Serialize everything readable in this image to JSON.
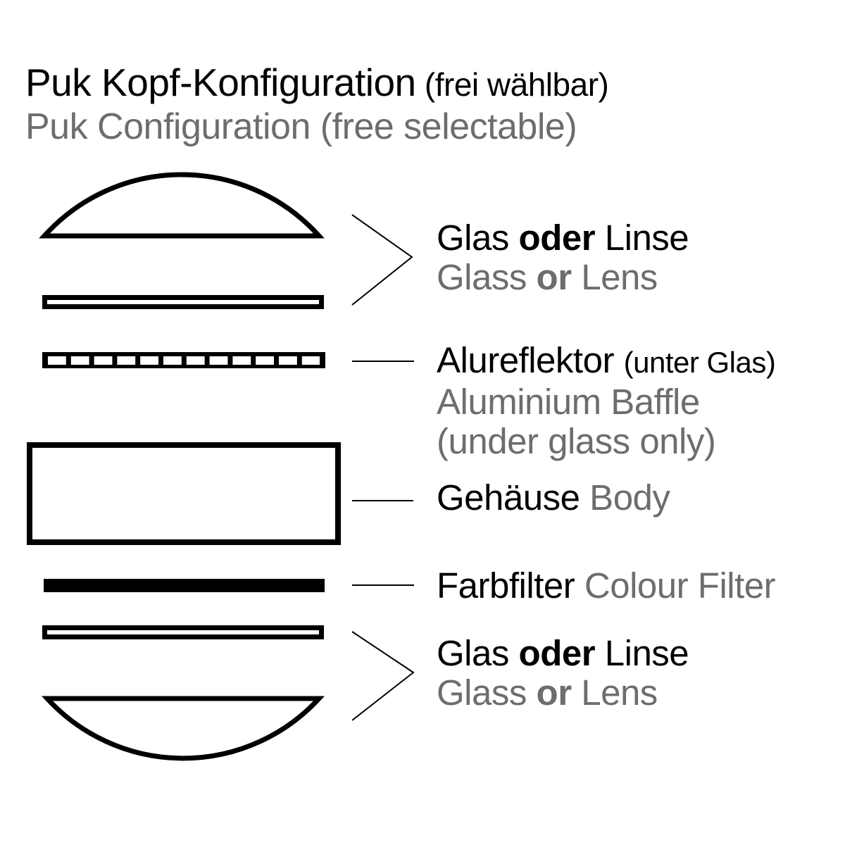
{
  "title": {
    "de_main": "Puk Kopf-Konfiguration",
    "de_note": " (frei wählbar)",
    "en": "Puk Configuration (free selectable)"
  },
  "labels": {
    "glass": {
      "de_a": "Glas ",
      "de_bold": "oder",
      "de_b": " Linse",
      "en_a": "Glass ",
      "en_bold": "or",
      "en_b": " Lens"
    },
    "baffle": {
      "de_main": "Alureflektor ",
      "de_note": "(unter Glas)",
      "en_line1": "Aluminium Baffle",
      "en_line2": "(under glass only)"
    },
    "body": {
      "de": "Gehäuse ",
      "en": "Body"
    },
    "filter": {
      "de": "Farbfilter ",
      "en": "Colour Filter"
    }
  },
  "colors": {
    "primary_text": "#000000",
    "secondary_text": "#6d6d6d",
    "shape_stroke": "#000000",
    "background": "#ffffff"
  }
}
